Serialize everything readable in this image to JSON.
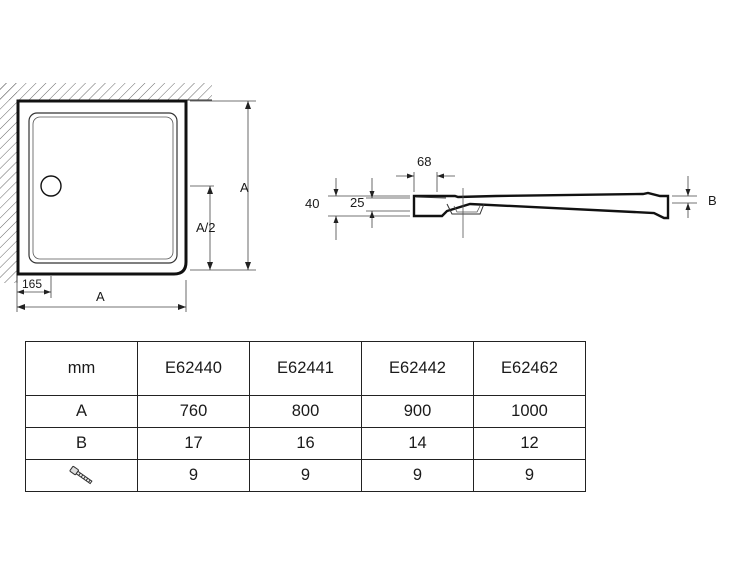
{
  "plan_view": {
    "dim_width_label": "A",
    "dim_height_label": "A",
    "dim_half_label": "A/2",
    "dim_offset_label": "165"
  },
  "section_view": {
    "dim_68_label": "68",
    "dim_40_label": "40",
    "dim_25_label": "25",
    "dim_b_label": "B"
  },
  "table": {
    "header": [
      "mm",
      "E62440",
      "E62441",
      "E62442",
      "E62462"
    ],
    "rows": [
      {
        "label": "A",
        "values": [
          "760",
          "800",
          "900",
          "1000"
        ]
      },
      {
        "label": "B",
        "values": [
          "17",
          "16",
          "14",
          "12"
        ]
      },
      {
        "label_icon": "bolt-icon",
        "values": [
          "9",
          "9",
          "9",
          "9"
        ]
      }
    ]
  }
}
